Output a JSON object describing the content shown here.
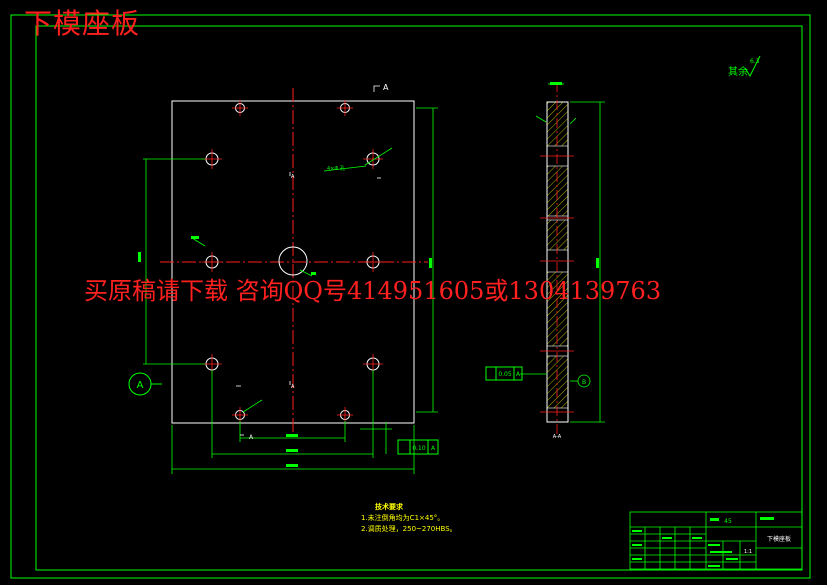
{
  "watermark": {
    "title": "下模座板",
    "ad": "买原稿请下载 咨询QQ号414951605或1304139763"
  },
  "roughness": {
    "label": "其余",
    "value": "6.3"
  },
  "section_marks": {
    "a_top": "A",
    "a_bottom": "A",
    "a_left": "A",
    "a_mid": "A",
    "view_label": "A-A"
  },
  "callouts": {
    "datum_a": "A",
    "datum_b": "B",
    "hole_note": "4×Φ 孔"
  },
  "tolerances": {
    "bottom_frame": "0.10",
    "bottom_datum": "A",
    "side_frame": "0.05",
    "side_datum": "A"
  },
  "tech_notes": {
    "heading": "技术要求",
    "lines": [
      "1.未注倒角均为C1×45°。",
      "2.调质处理，250~270HBS。"
    ]
  },
  "title_block": {
    "part_name": "下模座板",
    "material": "45",
    "scale": "1:1"
  },
  "colors": {
    "border": "#00ff00",
    "outline": "#ffffff",
    "center": "#ff2020",
    "dimension": "#00ff00",
    "hatch": "#ffff00",
    "watermark": "#ff2020"
  }
}
